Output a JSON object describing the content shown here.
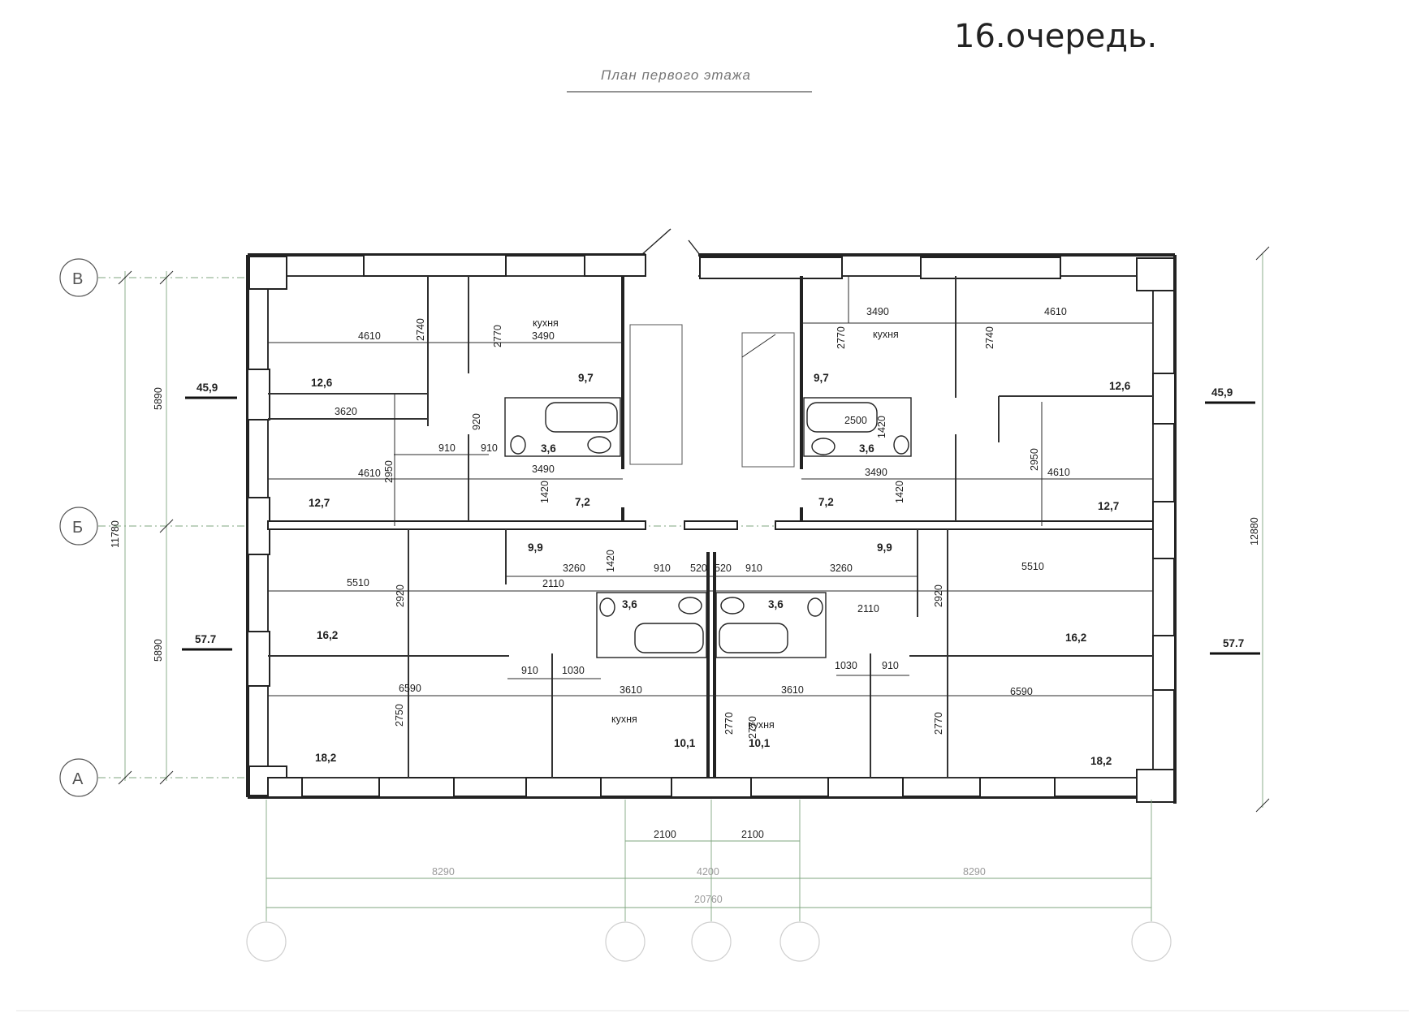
{
  "header": {
    "handwritten_note": "16.очередь.",
    "plan_title": "План первого этажа"
  },
  "axes": {
    "v": "В",
    "b": "Б",
    "a": "А"
  },
  "rooms": {
    "kitchen_label": "кухня"
  },
  "areas": {
    "tl_living": "12,6",
    "tl_living2": "12,7",
    "tl_kitchen": "9,7",
    "tl_bath": "3,6",
    "tl_hall": "7,2",
    "tr_living": "12,6",
    "tr_living2": "12,7",
    "tr_kitchen": "9,7",
    "tr_bath": "3,6",
    "tr_hall": "7,2",
    "bl_hall": "9,9",
    "bl_bath": "3,6",
    "bl_living": "16,2",
    "bl_living2": "18,2",
    "bl_kitchen": "10,1",
    "br_hall": "9,9",
    "br_bath": "3,6",
    "br_living": "16,2",
    "br_living2": "18,2",
    "br_kitchen": "10,1"
  },
  "apartment_totals": {
    "top_left": "45,9",
    "top_right": "45,9",
    "bottom_left": "57.7",
    "bottom_right": "57.7"
  },
  "dimensions": {
    "left_total": "11780",
    "left_top": "5890",
    "left_bottom": "5890",
    "right_total": "12880",
    "tl": [
      "4610",
      "2740",
      "2770",
      "3490",
      "3620",
      "920",
      "910",
      "910",
      "2950",
      "4610",
      "3490",
      "1420"
    ],
    "tr": [
      "3490",
      "4610",
      "2770",
      "2740",
      "2500",
      "1420",
      "3490",
      "2950",
      "4610",
      "1420"
    ],
    "bl": [
      "3260",
      "910",
      "520",
      "1420",
      "5510",
      "2920",
      "2110",
      "910",
      "1030",
      "3610",
      "6590",
      "2750",
      "2770"
    ],
    "br": [
      "520",
      "910",
      "3260",
      "5510",
      "2920",
      "2110",
      "1030",
      "910",
      "3610",
      "6590",
      "2770",
      "2770"
    ],
    "bottom": [
      "2100",
      "2100",
      "8290",
      "4200",
      "8290",
      "20760"
    ]
  }
}
